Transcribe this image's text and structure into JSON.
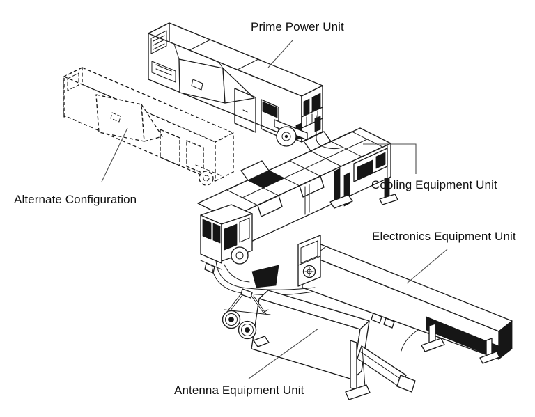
{
  "figure": {
    "background_color": "#ffffff",
    "line_color": "#1c1c1c",
    "leader_line_color": "#4d4d4d",
    "labels": {
      "prime_power": "Prime Power Unit",
      "alternate_configuration": "Alternate Configuration",
      "cooling": "Cooling Equipment Unit",
      "electronics": "Electronics Equipment Unit",
      "antenna": "Antenna Equipment Unit"
    }
  }
}
